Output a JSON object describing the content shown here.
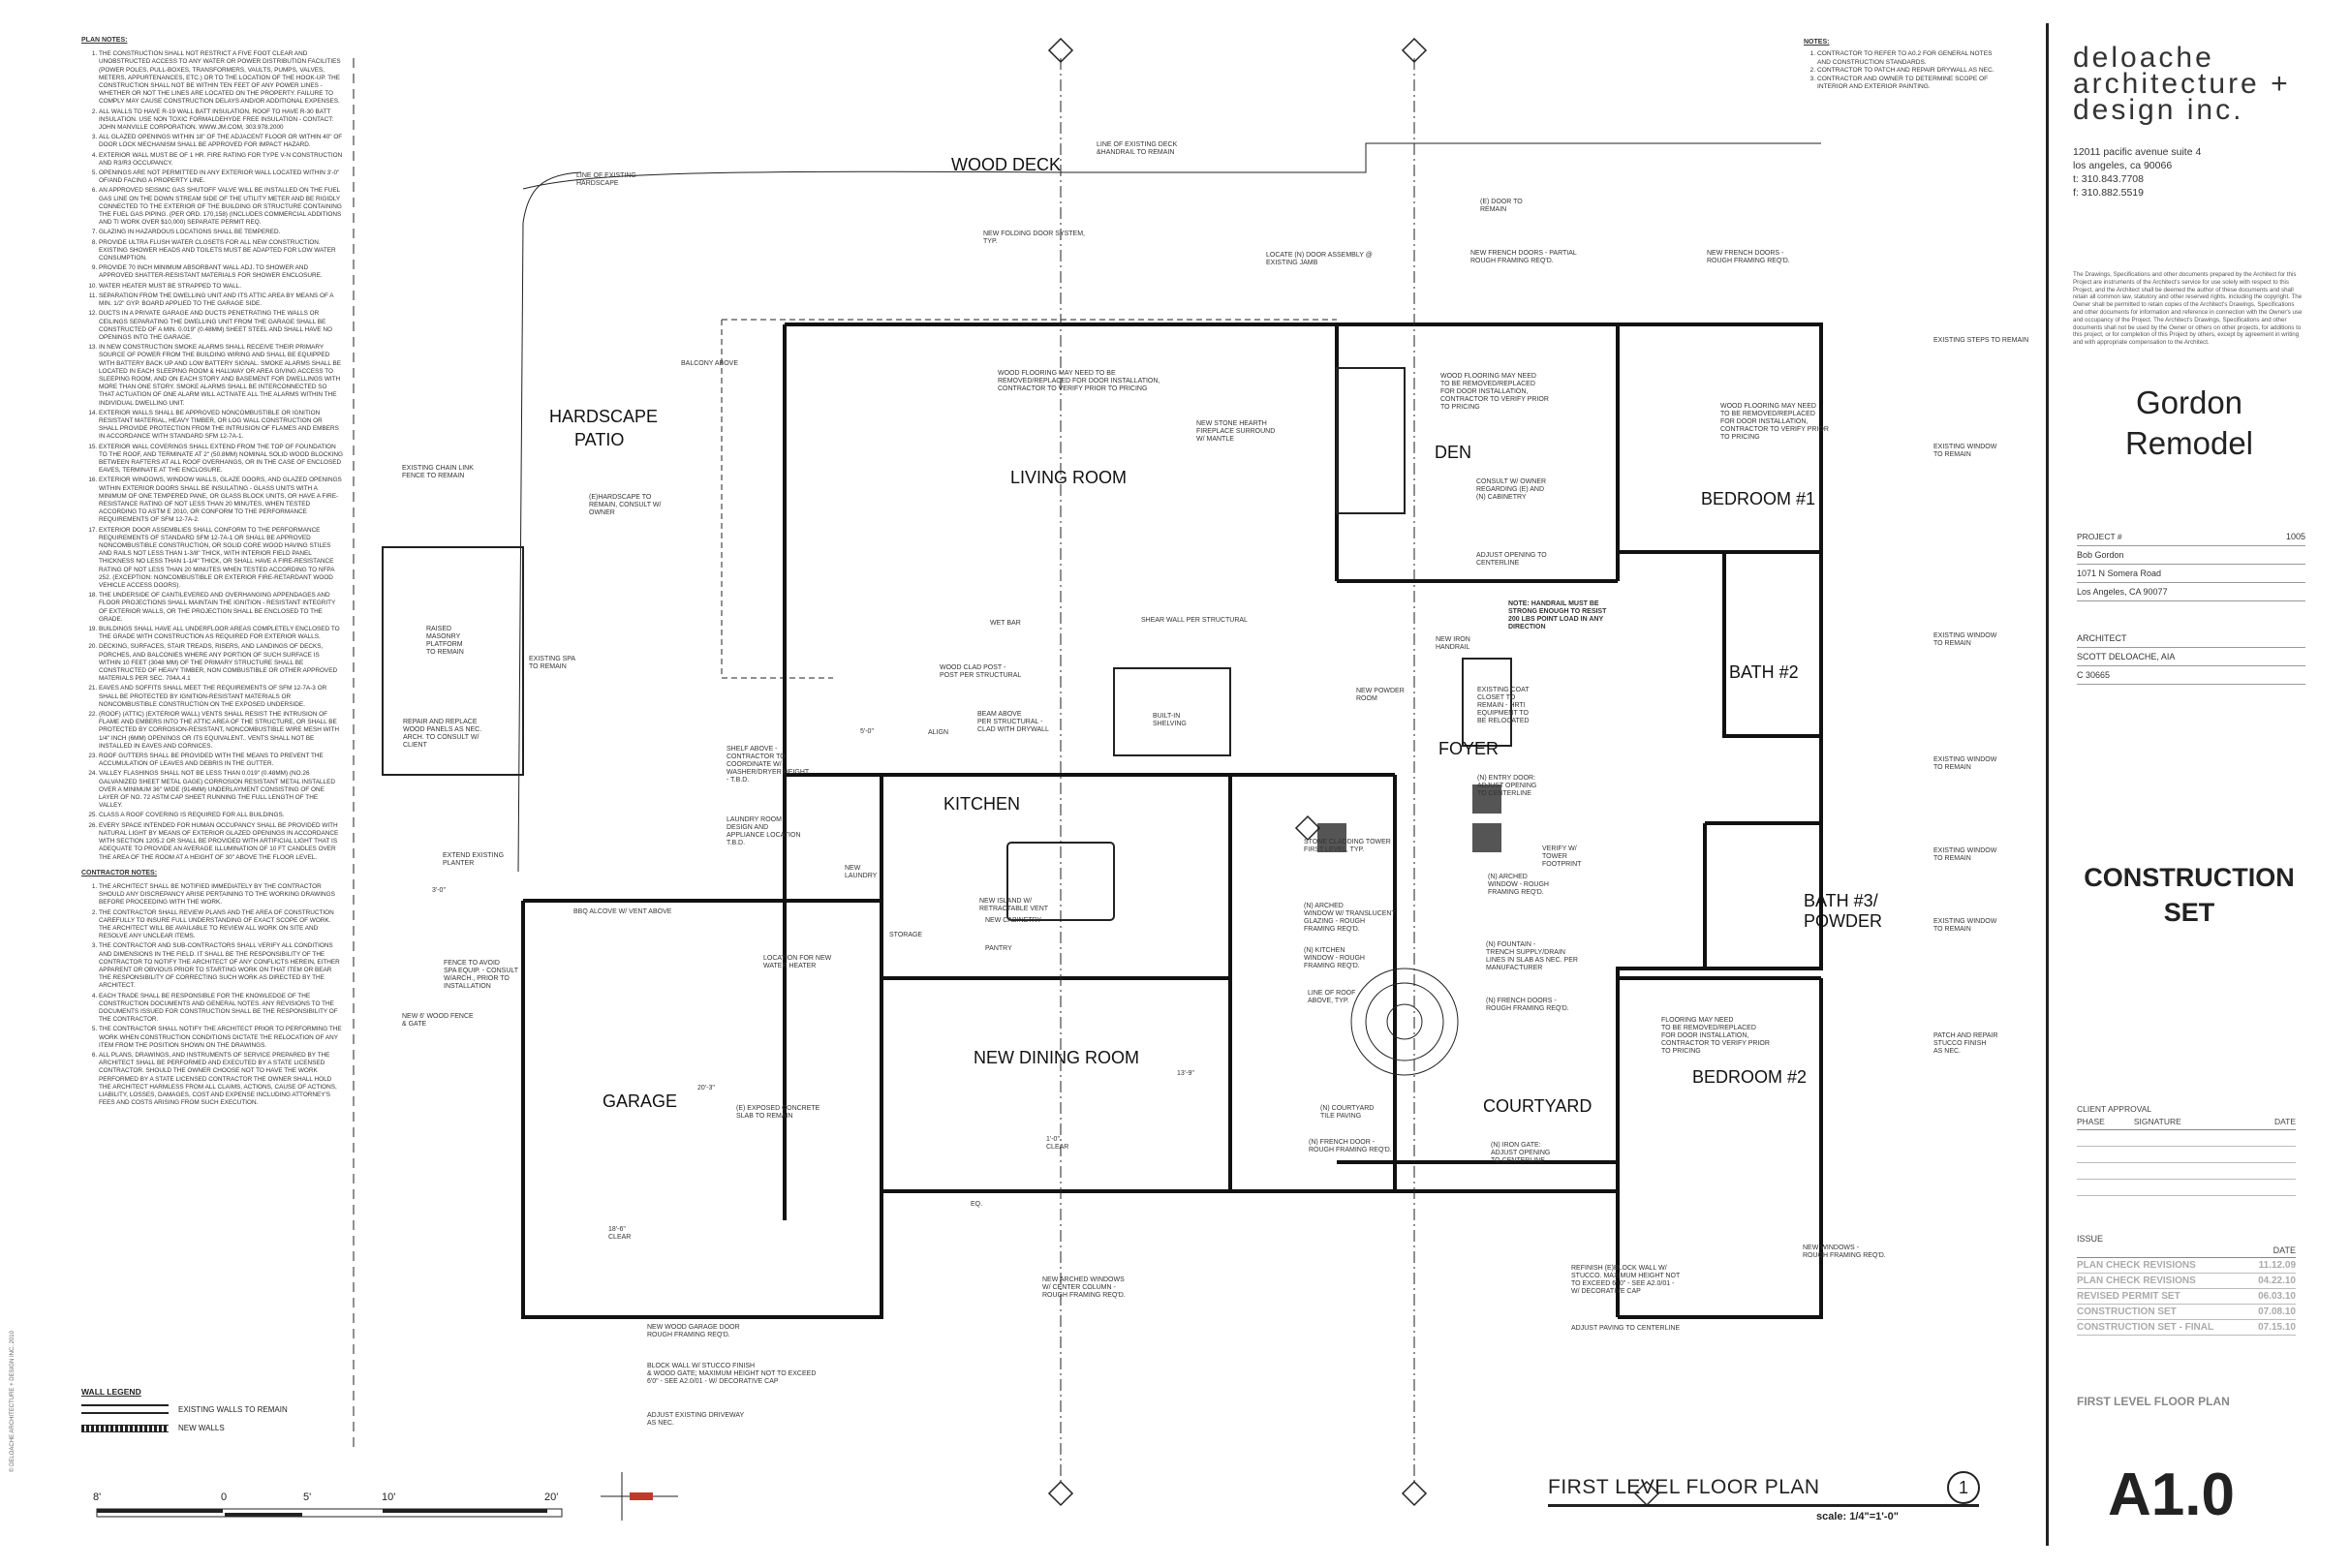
{
  "firm": {
    "line1": "deloache",
    "line2": "architecture +",
    "line3": "design inc.",
    "address": "12011 pacific avenue suite 4",
    "city": "los angeles, ca 90066",
    "tel": "t: 310.843.7708",
    "fax": "f: 310.882.5519",
    "disclaimer": "The Drawings, Specifications and other documents prepared by the Architect for this Project are instruments of the Architect's service for use solely with respect to this Project, and the Architect shall be deemed the author of these documents and shall retain all common law, statutory and other reserved rights, including the copyright. The Owner shall be permitted to retain copies of the Architect's Drawings, Specifications and other documents for information and reference in connection with the Owner's use and occupancy of the Project. The Architect's Drawings, Specifications and other documents shall not be used by the Owner or others on other projects, for additions to this project, or for completion of this Project by others, except by agreement in writing and with appropriate compensation to the Architect."
  },
  "project": {
    "name1": "Gordon",
    "name2": "Remodel",
    "number_label": "PROJECT #",
    "number": "1005",
    "client": "Bob Gordon",
    "street": "1071 N Somera Road",
    "city": "Los Angeles, CA 90077",
    "architect_label": "ARCHITECT",
    "architect": "SCOTT DELOACHE, AIA",
    "license": "C 30665"
  },
  "status": {
    "line1": "CONSTRUCTION",
    "line2": "SET"
  },
  "approval": {
    "title": "CLIENT APPROVAL",
    "phase": "PHASE",
    "signature": "SIGNATURE",
    "date": "DATE"
  },
  "issue": {
    "title": "ISSUE",
    "date": "DATE",
    "rows": [
      {
        "name": "PLAN CHECK REVISIONS",
        "date": "11.12.09"
      },
      {
        "name": "PLAN CHECK REVISIONS",
        "date": "04.22.10"
      },
      {
        "name": "REVISED PERMIT SET",
        "date": "06.03.10"
      },
      {
        "name": "CONSTRUCTION SET",
        "date": "07.08.10"
      },
      {
        "name": "CONSTRUCTION SET - FINAL",
        "date": "07.15.10"
      }
    ]
  },
  "sheet": {
    "title": "FIRST LEVEL FLOOR PLAN",
    "number": "A1.0"
  },
  "plan": {
    "title": "FIRST LEVEL FLOOR PLAN",
    "detail": "1",
    "scale": "scale: 1/4\"=1'-0\""
  },
  "top_notes": {
    "title": "NOTES:",
    "items": [
      "CONTRACTOR TO REFER TO A0.2 FOR GENERAL NOTES AND CONSTRUCTION STANDARDS.",
      "CONTRACTOR TO PATCH AND REPAIR DRYWALL AS NEC.",
      "CONTRACTOR AND OWNER TO DETERMINE SCOPE OF INTERIOR AND EXTERIOR PAINTING."
    ]
  },
  "plan_notes": {
    "title": "PLAN NOTES:",
    "items": [
      "THE CONSTRUCTION SHALL NOT RESTRICT A FIVE FOOT CLEAR AND UNOBSTRUCTED ACCESS TO ANY WATER OR POWER DISTRIBUTION FACILITIES (POWER POLES, PULL-BOXES, TRANSFORMERS, VAULTS, PUMPS, VALVES, METERS, APPURTENANCES, ETC.) OR TO THE LOCATION OF THE HOOK-UP. THE CONSTRUCTION SHALL NOT BE WITHIN TEN FEET OF ANY POWER LINES - WHETHER OR NOT THE LINES ARE LOCATED ON THE PROPERTY. FAILURE TO COMPLY MAY CAUSE CONSTRUCTION DELAYS AND/OR ADDITIONAL EXPENSES.",
      "ALL WALLS TO HAVE R-19 WALL BATT INSULATION, ROOF TO HAVE R-30 BATT INSULATION. USE NON TOXIC FORMALDEHYDE FREE INSULATION - CONTACT: JOHN MANVILLE CORPORATION. WWW.JM.COM, 303.978.2000",
      "ALL GLAZED OPENINGS WITHIN 18\" OF THE ADJACENT FLOOR OR WITHIN 40\" OF DOOR LOCK MECHANISM SHALL BE APPROVED FOR IMPACT HAZARD.",
      "EXTERIOR WALL MUST BE OF 1 HR. FIRE RATING FOR TYPE V-N CONSTRUCTION AND R3/R3 OCCUPANCY.",
      "OPENINGS ARE NOT PERMITTED IN ANY EXTERIOR WALL LOCATED WITHIN 3'-0\" OF/AND FACING A PROPERTY LINE.",
      "AN APPROVED SEISMIC GAS SHUTOFF VALVE WILL BE INSTALLED ON THE FUEL GAS LINE ON THE DOWN STREAM SIDE OF THE UTILITY METER AND BE RIGIDLY CONNECTED TO THE EXTERIOR OF THE BUILDING OR STRUCTURE CONTAINING THE FUEL GAS PIPING. (PER ORD. 170,158) (INCLUDES COMMERCIAL ADDITIONS AND TI WORK OVER $10,000) SEPARATE PERMIT REQ.",
      "GLAZING IN HAZARDOUS LOCATIONS SHALL BE TEMPERED.",
      "PROVIDE ULTRA FLUSH WATER CLOSETS FOR ALL NEW CONSTRUCTION. EXISTING SHOWER HEADS AND TOILETS MUST BE ADAPTED FOR LOW WATER CONSUMPTION.",
      "PROVIDE 70 INCH MINIMUM ABSORBANT WALL ADJ. TO SHOWER AND APPROVED SHATTER-RESISTANT MATERIALS FOR SHOWER ENCLOSURE.",
      "WATER HEATER MUST BE STRAPPED TO WALL.",
      "SEPARATION FROM THE DWELLING UNIT AND ITS ATTIC AREA BY MEANS OF A MIN. 1/2\" GYP. BOARD APPLIED TO THE GARAGE SIDE.",
      "DUCTS IN A PRIVATE GARAGE AND DUCTS PENETRATING THE WALLS OR CEILINGS SEPARATING THE DWELLING UNIT FROM THE GARAGE SHALL BE CONSTRUCTED OF A MIN. 0.019\" (0.48MM) SHEET STEEL AND SHALL HAVE NO OPENINGS INTO THE GARAGE.",
      "IN NEW CONSTRUCTION SMOKE ALARMS SHALL RECEIVE THEIR PRIMARY SOURCE OF POWER FROM THE BUILDING WIRING AND SHALL BE EQUIPPED WITH BATTERY BACK UP AND LOW BATTERY SIGNAL. SMOKE ALARMS SHALL BE LOCATED IN EACH SLEEPING ROOM & HALLWAY OR AREA GIVING ACCESS TO SLEEPING ROOM, AND ON EACH STORY AND BASEMENT FOR DWELLINGS WITH MORE THAN ONE STORY. SMOKE ALARMS SHALL BE INTERCONNECTED SO THAT ACTUATION OF ONE ALARM WILL ACTIVATE ALL THE ALARMS WITHIN THE INDIVIDUAL DWELLING UNIT.",
      "EXTERIOR WALLS SHALL BE APPROVED NONCOMBUSTIBLE OR IGNITION RESISTANT MATERIAL, HEAVY TIMBER, OR LOG WALL CONSTRUCTION OR SHALL PROVIDE PROTECTION FROM THE INTRUSION OF FLAMES AND EMBERS IN ACCORDANCE WITH STANDARD SFM 12-7A-1.",
      "EXTERIOR WALL COVERINGS SHALL EXTEND FROM THE TOP OF FOUNDATION TO THE ROOF, AND TERMINATE AT 2\" (50.8MM) NOMINAL SOLID WOOD BLOCKING BETWEEN RAFTERS AT ALL ROOF OVERHANGS, OR IN THE CASE OF ENCLOSED EAVES, TERMINATE AT THE ENCLOSURE.",
      "EXTERIOR WINDOWS, WINDOW WALLS, GLAZE DOORS, AND GLAZED OPENINGS WITHIN EXTERIOR DOORS SHALL BE INSULATING - GLASS UNITS WITH A MINIMUM OF ONE TEMPERED PANE, OR GLASS BLOCK UNITS, OR HAVE A FIRE-RESISTANCE RATING OF NOT LESS THAN 20 MINUTES, WHEN TESTED ACCORDING TO ASTM E 2010, OR CONFORM TO THE PERFORMANCE REQUIREMENTS OF SFM 12-7A-2.",
      "EXTERIOR DOOR ASSEMBLIES SHALL CONFORM TO THE PERFORMANCE REQUIREMENTS OF STANDARD SFM 12-7A-1 OR SHALL BE APPROVED NONCOMBUSTIBLE CONSTRUCTION, OR SOLID CORE WOOD HAVING STILES AND RAILS NOT LESS THAN 1-3/8\" THICK, WITH INTERIOR FIELD PANEL THICKNESS NO LESS THAN 1-1/4\" THICK, OR SHALL HAVE A FIRE-RESISTANCE RATING OF NOT LESS THAN 20 MINUTES WHEN TESTED ACCORDING TO NFPA 252. (EXCEPTION: NONCOMBUSTIBLE OR EXTERIOR FIRE-RETARDANT WOOD VEHICLE ACCESS DOORS).",
      "THE UNDERSIDE OF CANTILEVERED AND OVERHANGING APPENDAGES AND FLOOR PROJECTIONS SHALL MAINTAIN THE IGNITION - RESISTANT INTEGRITY OF EXTERIOR WALLS, OR THE PROJECTION SHALL BE ENCLOSED TO THE GRADE.",
      "BUILDINGS SHALL HAVE ALL UNDERFLOOR AREAS COMPLETELY ENCLOSED TO THE GRADE WITH CONSTRUCTION AS REQUIRED FOR EXTERIOR WALLS.",
      "DECKING, SURFACES, STAIR TREADS, RISERS, AND LANDINGS OF DECKS, PORCHES, AND BALCONIES WHERE ANY PORTION OF SUCH SURFACE IS WITHIN 10 FEET (3048 MM) OF THE PRIMARY STRUCTURE SHALL BE CONSTRUCTED OF HEAVY TIMBER, NON COMBUSTIBLE OR OTHER APPROVED MATERIALS PER SEC. 704A.4.1",
      "EAVES AND SOFFITS SHALL MEET THE REQUIREMENTS OF SFM 12-7A-3 OR SHALL BE PROTECTED BY IGNITION-RESISTANT MATERIALS OR NONCOMBUSTIBLE CONSTRUCTION ON THE EXPOSED UNDERSIDE.",
      "(ROOF) (ATTIC) (EXTERIOR WALL) VENTS SHALL RESIST THE INTRUSION OF FLAME AND EMBERS INTO THE ATTIC AREA OF THE STRUCTURE, OR SHALL BE PROTECTED BY CORROSION-RESISTANT, NONCOMBUSTIBLE WIRE MESH WITH 1/4\" INCH (6MM) OPENINGS OR ITS EQUIVALENT.. VENTS SHALL NOT BE INSTALLED IN EAVES AND CORNICES.",
      "ROOF GUTTERS SHALL BE PROVIDED WITH THE MEANS TO PREVENT THE ACCUMULATION OF LEAVES AND DEBRIS IN THE GUTTER.",
      "VALLEY FLASHINGS SHALL NOT BE LESS THAN 0.019\" (0.48MM) (NO.26 GALVANIZED SHEET METAL GAGE) CORROSION RESISTANT METAL INSTALLED OVER A MINIMUM 36\" WIDE (914MM) UNDERLAYMENT CONSISTING OF ONE LAYER OF NO. 72 ASTM CAP SHEET RUNNING THE FULL LENGTH OF THE VALLEY.",
      "CLASS A ROOF COVERING IS REQUIRED FOR ALL BUILDINGS.",
      "EVERY SPACE INTENDED FOR HUMAN OCCUPANCY SHALL BE PROVIDED WITH NATURAL LIGHT BY MEANS OF EXTERIOR GLAZED OPENINGS IN ACCORDANCE WITH SECTION 1205.2 OR SHALL BE PROVIDED WITH ARTIFICIAL LIGHT THAT IS ADEQUATE TO PROVIDE AN AVERAGE ILLUMINATION OF 10 FT CANDLES OVER THE AREA OF THE ROOM AT A HEIGHT OF 30\" ABOVE THE FLOOR LEVEL."
    ]
  },
  "contractor_notes": {
    "title": "CONTRACTOR NOTES:",
    "items": [
      "THE ARCHITECT SHALL BE NOTIFIED IMMEDIATELY BY THE CONTRACTOR SHOULD ANY DISCREPANCY ARISE PERTAINING TO THE WORKING DRAWINGS BEFORE PROCEEDING WITH THE WORK.",
      "THE CONTRACTOR SHALL REVIEW PLANS AND THE AREA OF CONSTRUCTION CAREFULLY TO INSURE FULL UNDERSTANDING OF EXACT SCOPE OF WORK. THE ARCHITECT WILL BE AVAILABLE TO REVIEW ALL WORK ON SITE AND RESOLVE ANY UNCLEAR ITEMS.",
      "THE CONTRACTOR AND SUB-CONTRACTORS SHALL VERIFY ALL CONDITIONS AND DIMENSIONS IN THE FIELD. IT SHALL BE THE RESPONSIBILITY OF THE CONTRACTOR TO NOTIFY THE ARCHITECT OF ANY CONFLICTS HEREIN, EITHER APPARENT OR OBVIOUS PRIOR TO STARTING WORK ON THAT ITEM OR BEAR THE RESPONSIBILITY OF CORRECTING SUCH WORK AS DIRECTED BY THE ARCHITECT.",
      "EACH TRADE SHALL BE RESPONSIBLE FOR THE KNOWLEDGE OF THE CONSTRUCTION DOCUMENTS AND GENERAL NOTES. ANY REVISIONS TO THE DOCUMENTS ISSUED FOR CONSTRUCTION SHALL BE THE RESPONSIBILITY OF THE CONTRACTOR.",
      "THE CONTRACTOR SHALL NOTIFY THE ARCHITECT PRIOR TO PERFORMING THE WORK WHEN CONSTRUCTION CONDITIONS DICTATE THE RELOCATION OF ANY ITEM FROM THE POSITION SHOWN ON THE DRAWINGS.",
      "ALL PLANS, DRAWINGS, AND INSTRUMENTS OF SERVICE PREPARED BY THE ARCHITECT SHALL BE PERFORMED AND EXECUTED BY A STATE LICENSED CONTRACTOR. SHOULD THE OWNER CHOOSE NOT TO HAVE THE WORK PERFORMED BY A STATE LICENSED CONTRACTOR THE OWNER SHALL HOLD THE ARCHITECT HARMLESS FROM ALL CLAIMS, ACTIONS, CAUSE OF ACTIONS, LIABILITY, LOSSES, DAMAGES, COST AND EXPENSE INCLUDING ATTORNEY'S FEES AND COSTS ARISING FROM SUCH EXECUTION."
    ]
  },
  "legend": {
    "title": "WALL LEGEND",
    "existing": "EXISTING WALLS TO REMAIN",
    "new": "NEW WALLS"
  },
  "scale_bar": {
    "a": "8'",
    "b": "0",
    "c": "5'",
    "d": "10'",
    "e": "20'"
  },
  "copyright": "© DELOACHE ARCHITECTURE + DESIGN INC. 2010",
  "rooms": {
    "wood_deck": "WOOD DECK",
    "hardscape1": "HARDSCAPE",
    "hardscape2": "PATIO",
    "living": "LIVING ROOM",
    "den": "DEN",
    "bedroom1": "BEDROOM #1",
    "bath2": "BATH #2",
    "foyer": "FOYER",
    "kitchen": "KITCHEN",
    "bath3a": "BATH #3/",
    "bath3b": "POWDER",
    "garage": "GARAGE",
    "dining": "NEW DINING ROOM",
    "courtyard": "COURTYARD",
    "bedroom2": "BEDROOM #2"
  },
  "annotations": {
    "existing_deck": "LINE OF EXISTING DECK\n&HANDRAIL TO REMAIN",
    "existing_hardscape": "LINE OF EXISTING\nHARDSCAPE",
    "folding_door": "NEW FOLDING DOOR SYSTEM,\nTYP.",
    "locate_door": "LOCATE (N) DOOR ASSEMBLY @\nEXISTING JAMB",
    "french_partial": "NEW FRENCH DOORS - PARTIAL\nROUGH FRAMING REQ'D.",
    "french_rough": "NEW FRENCH DOORS -\nROUGH FRAMING REQ'D.",
    "e_door": "(E) DOOR TO\nREMAIN",
    "existing_steps": "EXISTING STEPS TO REMAIN",
    "balcony": "BALCONY ABOVE",
    "wood_floor_living": "WOOD FLOORING MAY NEED TO BE\nREMOVED/REPLACED FOR DOOR INSTALLATION,\nCONTRACTOR TO VERIFY PRIOR TO PRICING",
    "wood_floor_den": "WOOD FLOORING MAY NEED\nTO BE REMOVED/REPLACED\nFOR DOOR INSTALLATION,\nCONTRACTOR TO VERIFY PRIOR\nTO PRICING",
    "wood_floor_bed1": "WOOD FLOORING MAY NEED\nTO BE REMOVED/REPLACED\nFOR DOOR INSTALLATION,\nCONTRACTOR TO VERIFY PRIOR\nTO PRICING",
    "window_remain1": "EXISTING WINDOW\nTO REMAIN",
    "window_remain2": "EXISTING WINDOW\nTO REMAIN",
    "window_remain3": "EXISTING WINDOW\nTO REMAIN",
    "window_remain4": "EXISTING WINDOW\nTO REMAIN",
    "window_remain5": "EXISTING WINDOW\nTO REMAIN",
    "chain_link": "EXISTING CHAIN LINK\nFENCE TO REMAIN",
    "hardscape_remain": "(E)HARDSCAPE TO\nREMAIN, CONSULT W/\nOWNER",
    "hearth": "NEW STONE HEARTH\nFIREPLACE SURROUND\nW/ MANTLE",
    "consult_owner": "CONSULT W/ OWNER\nREGARDING (E) AND\n(N) CABINETRY",
    "adjust_centerline": "ADJUST OPENING TO\nCENTERLINE",
    "raised_masonry": "RAISED\nMASONRY\nPLATFORM\nTO REMAIN",
    "existing_spa": "EXISTING SPA\nTO REMAIN",
    "wet_bar": "WET BAR",
    "shear_wall": "SHEAR WALL PER STRUCTURAL",
    "wood_post": "WOOD CLAD POST -\nPOST PER STRUCTURAL",
    "beam_above": "BEAM ABOVE\nPER STRUCTURAL -\nCLAD WITH DRYWALL",
    "built_in": "BUILT-IN\nSHELVING",
    "handrail_note": "NOTE: HANDRAIL MUST BE\nSTRONG ENOUGH TO RESIST\n200 LBS POINT LOAD IN ANY\nDIRECTION",
    "new_iron": "NEW IRON\nHANDRAIL",
    "coat_closet": "EXISTING COAT\nCLOSET TO\nREMAIN - HRTI\nEQUIPMENT TO\nBE RELOCATED",
    "powder": "NEW POWDER\nROOM",
    "repair_replace": "REPAIR AND REPLACE\nWOOD PANELS AS NEC.\nARCH. TO CONSULT W/\nCLIENT",
    "shelf_above": "SHELF ABOVE -\nCONTRACTOR TO\nCOORDINATE W/\nWASHER/DRYER HEIGHT\n- T.B.D.",
    "laundry": "LAUNDRY ROOM\nDESIGN AND\nAPPLIANCE LOCATION\nT.B.D.",
    "new_laundry": "NEW\nLAUNDRY",
    "align": "ALIGN",
    "entry_door": "(N) ENTRY DOOR:\nADJUST OPENING\nTO CENTERLINE",
    "stone_tower": "STONE CLADDING TOWER\nFIRST LEVEL, TYP.",
    "verify_tower": "VERIFY W/\nTOWER\nFOOTPRINT",
    "arched_window": "(N) ARCHED\nWINDOW - ROUGH\nFRAMING REQ'D.",
    "arched_translucent": "(N) ARCHED\nWINDOW W/ TRANSLUCENT\nGLAZING - ROUGH\nFRAMING REQ'D.",
    "kitchen_window": "(N) KITCHEN\nWINDOW - ROUGH\nFRAMING REQ'D.",
    "island": "NEW ISLAND W/\nRETRACTABLE VENT",
    "cabinetry": "NEW CABINETRY",
    "extend_planter": "EXTEND EXISTING\nPLANTER",
    "bbq": "BBQ ALCOVE W/ VENT ABOVE",
    "water_heater": "LOCATION FOR NEW\nWATER HEATER",
    "fence_spa": "FENCE TO AVOID\nSPA EQUIP. - CONSULT\nW/ARCH., PRIOR TO\nINSTALLATION",
    "wood_fence": "NEW 6' WOOD FENCE\n& GATE",
    "fountain": "(N) FOUNTAIN -\nTRENCH SUPPLY/DRAIN\nLINES IN SLAB AS NEC. PER\nMANUFACTURER",
    "french_courtyard": "(N) FRENCH DOORS -\nROUGH FRAMING REQ'D.",
    "line_roof": "LINE OF ROOF\nABOVE, TYP.",
    "floor_bed2": "FLOORING MAY NEED\nTO BE REMOVED/REPLACED\nFOR DOOR INSTALLATION,\nCONTRACTOR TO VERIFY PRIOR\nTO PRICING",
    "patch_repair": "PATCH AND REPAIR\nSTUCCO FINISH\nAS NEC.",
    "exposed_concrete": "(E) EXPOSED CONCRETE\nSLAB TO REMAIN",
    "courtyard_tile": "(N) COURTYARD\nTILE PAVING",
    "french_dining": "(N) FRENCH DOOR -\nROUGH FRAMING REQ'D.",
    "iron_gate": "(N) IRON GATE:\nADJUST OPENING\nTO CENTERLINE",
    "new_windows": "NEW WINDOWS -\nROUGH FRAMING REQ'D.",
    "arched_windows": "NEW ARCHED WINDOWS\nW/ CENTER COLUMN -\nROUGH FRAMING REQ'D.",
    "refinish_wall": "REFINISH (E)BLOCK WALL W/\nSTUCCO. MAXIMUM HEIGHT NOT\nTO EXCEED 6'-0\" - SEE A2.0/01 -\nW/ DECORATIVE CAP",
    "adjust_paving": "ADJUST PAVING TO CENTERLINE",
    "garage_door": "NEW WOOD GARAGE DOOR\nROUGH FRAMING REQ'D.",
    "block_wall": "BLOCK WALL W/ STUCCO FINISH\n& WOOD GATE; MAXIMUM HEIGHT NOT TO EXCEED\n6'0\" - SEE A2.0/01 - W/ DECORATIVE CAP",
    "driveway": "ADJUST EXISTING DRIVEWAY\nAS NEC.",
    "clear_garage": "18'-6\"\nCLEAR",
    "clear_dining": "1'-0\"\nCLEAR",
    "pantry": "PANTRY",
    "storage": "STORAGE",
    "dim_20": "20'-3\"",
    "dim_13": "13'-9\"",
    "dim_56": "5'-0\"",
    "dim_30": "3'-0\"",
    "eq": "EQ."
  }
}
